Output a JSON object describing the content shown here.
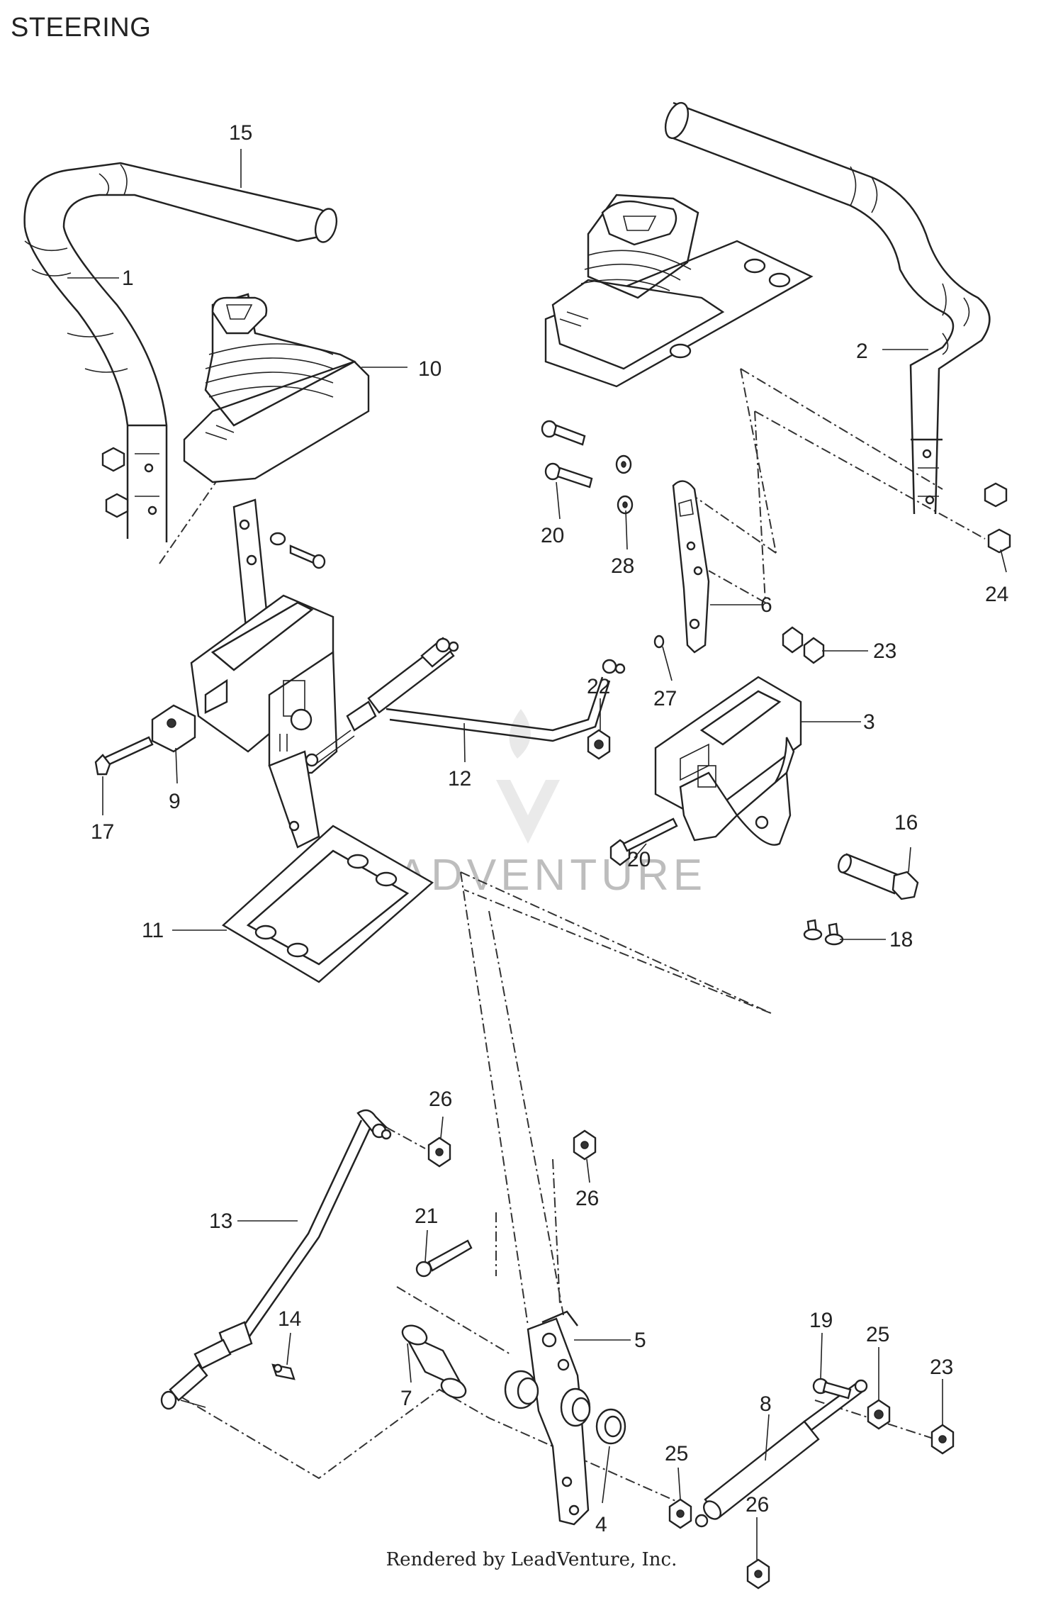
{
  "title": "STEERING",
  "footer": "Rendered by LeadVenture, Inc.",
  "watermark": "LEADVENTURE",
  "callouts": [
    "15",
    "1",
    "10",
    "2",
    "24",
    "20",
    "28",
    "6",
    "23",
    "27",
    "3",
    "22",
    "12",
    "9",
    "17",
    "20",
    "16",
    "11",
    "18",
    "26",
    "26",
    "13",
    "21",
    "14",
    "5",
    "7",
    "19",
    "25",
    "23",
    "8",
    "25",
    "26",
    "4"
  ]
}
